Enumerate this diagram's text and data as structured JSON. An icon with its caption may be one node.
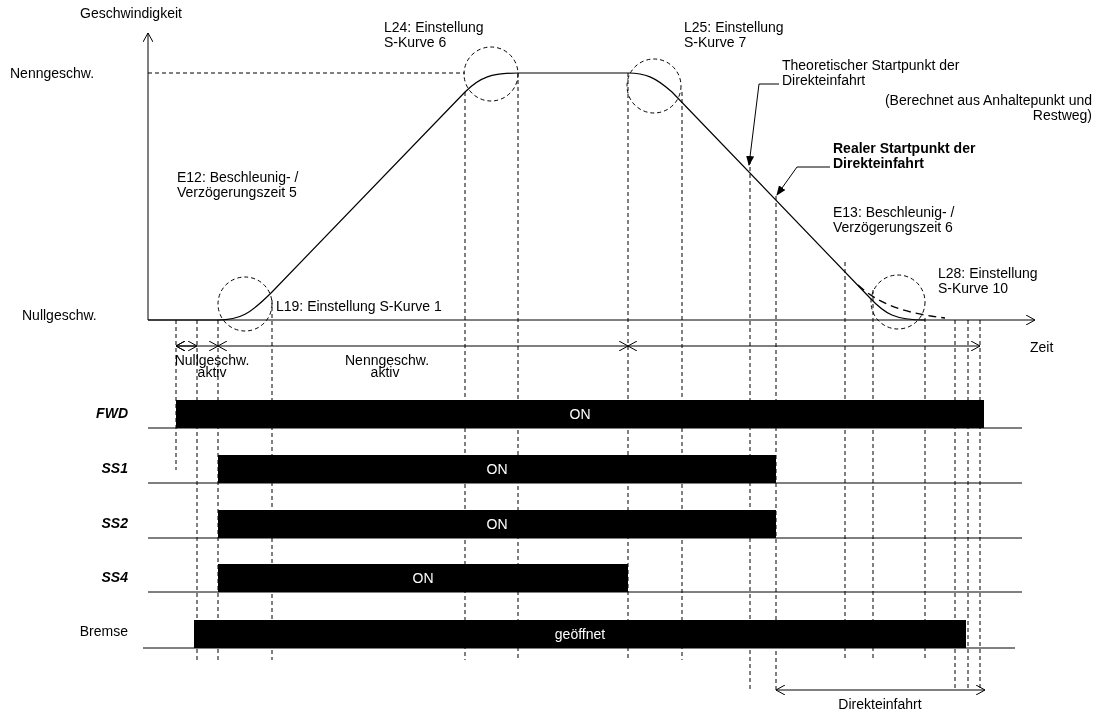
{
  "diagram": {
    "nodes": [
      {
        "text": [
          "Theoretischer Startpunkt der Direkteinfahrt"
        ]
      },
      {
        "text": [
          "Realer Startpunkt der Direkteinfahrt"
        ]
      },
      {
        "text": [
          "ON"
        ]
      },
      {
        "text": [
          "ON"
        ]
      },
      {
        "text": [
          "ON"
        ]
      },
      {
        "text": [
          "ON"
        ]
      },
      {
        "text": [
          "geöffnet"
        ]
      }
    ],
    "edges": [
      {
        "from": 0,
        "to": null,
        "arrow": "to"
      },
      {
        "from": 1,
        "to": null,
        "arrow": "to"
      }
    ],
    "labels": [
      "Geschwindigkeit",
      "L24: Einstellung S-Kurve 6",
      "L25: Einstellung S-Kurve 7",
      "Nenngeschw.",
      "(Berechnet aus Anhaltepunkt und Restweg)",
      "E12: Beschleunig- / Verzögerungszeit 5",
      "E13: Beschleunig- / Verzögerungszeit 6",
      "L28: Einstellung S-Kurve 10",
      "Nullgeschw.",
      "L19: Einstellung S-Kurve 1",
      "Zeit",
      "Nullgeschw. aktiv",
      "Nenngeschw. aktiv",
      "FWD",
      "SS1",
      "SS2",
      "SS4",
      "Bremse",
      "Direkteinfahrt"
    ]
  }
}
